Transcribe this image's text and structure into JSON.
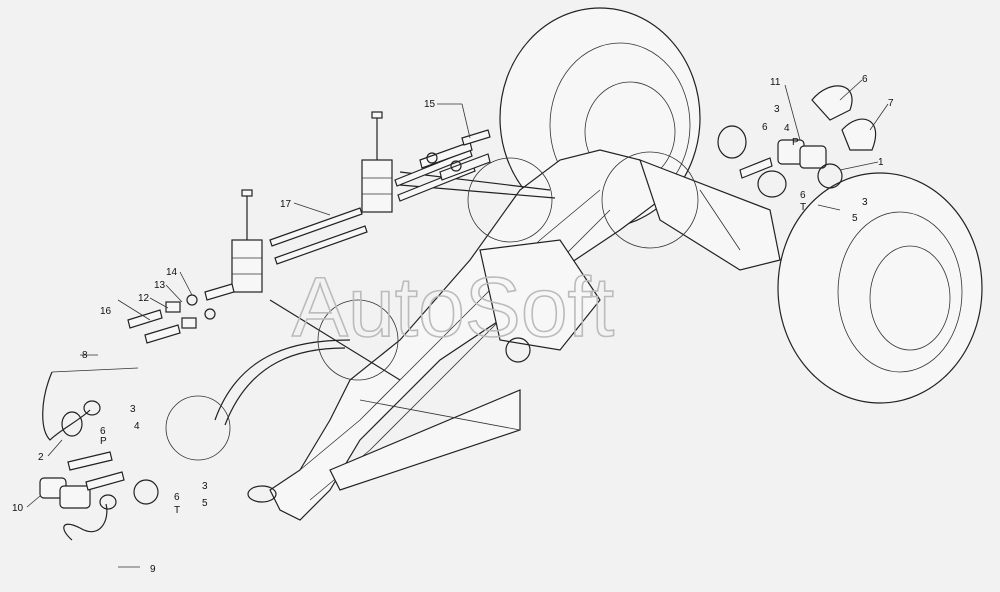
{
  "watermark": "AutoSoft",
  "callouts": {
    "c1": "1",
    "c2": "2",
    "c3a": "3",
    "c3b": "3",
    "c3c": "3",
    "c3d": "3",
    "c4a": "4",
    "c4b": "4",
    "c5a": "5",
    "c5b": "5",
    "c6a": "6",
    "c6b": "6",
    "c6c": "6",
    "c6d": "6",
    "c6e": "6",
    "c7": "7",
    "c8": "8",
    "c9": "9",
    "c10": "10",
    "c11": "11",
    "c12": "12",
    "c13": "13",
    "c14": "14",
    "c15": "15",
    "c16": "16",
    "c17": "17",
    "pA": "P",
    "pB": "P",
    "tA": "T",
    "tB": "T"
  }
}
